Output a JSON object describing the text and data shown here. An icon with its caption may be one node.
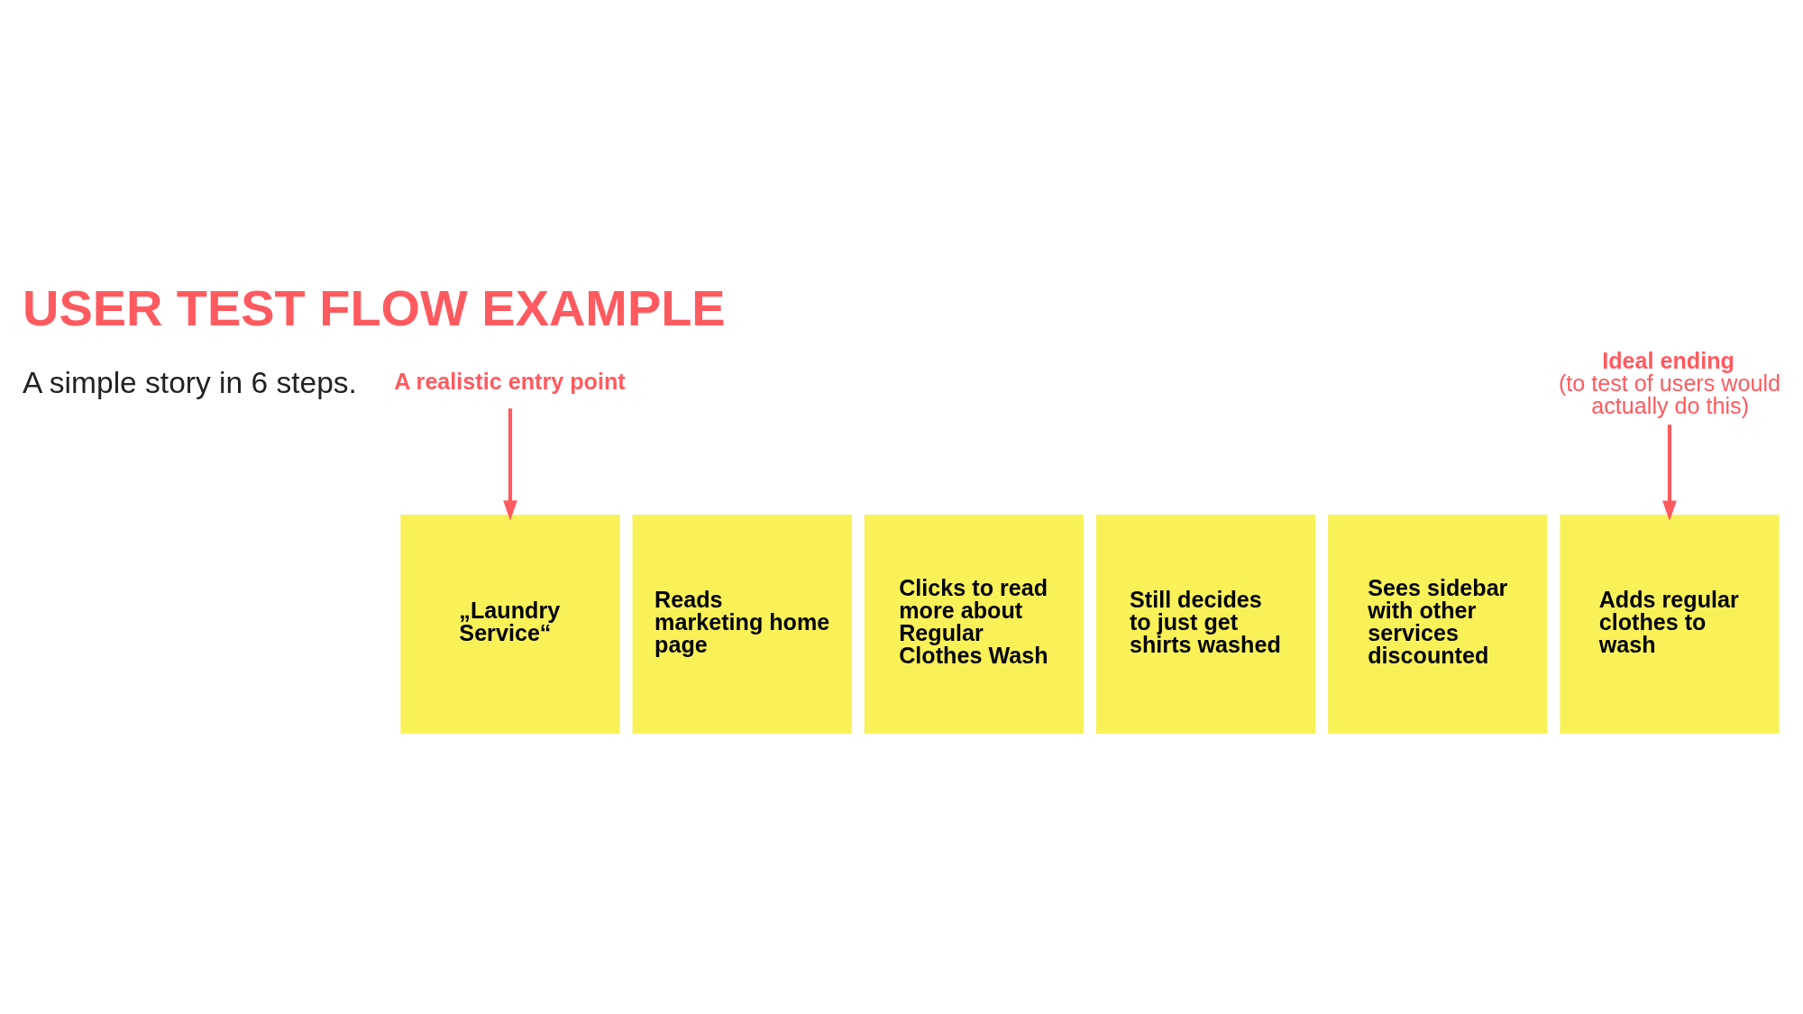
{
  "diagram": {
    "title": "USER TEST FLOW EXAMPLE",
    "nodes": [
      {
        "text": [
          "A realistic entry point"
        ]
      },
      {
        "text": [
          "Ideal ending",
          "(to test of users would actually do this)"
        ]
      },
      {
        "text": [
          "„Laundry Service“"
        ]
      },
      {
        "text": [
          "Reads marketing home page"
        ]
      },
      {
        "text": [
          "Clicks to read more about Regular Clothes Wash"
        ]
      },
      {
        "text": [
          "Still decides to just get shirts washed"
        ]
      },
      {
        "text": [
          "Sees sidebar with other services discounted"
        ]
      },
      {
        "text": [
          "Adds regular clothes to wash"
        ]
      }
    ],
    "edges": [
      {
        "from": 0,
        "to": 2,
        "arrow": "to"
      },
      {
        "from": 1,
        "to": 7,
        "arrow": "to"
      }
    ],
    "labels": [
      "A simple story in 6 steps."
    ]
  }
}
